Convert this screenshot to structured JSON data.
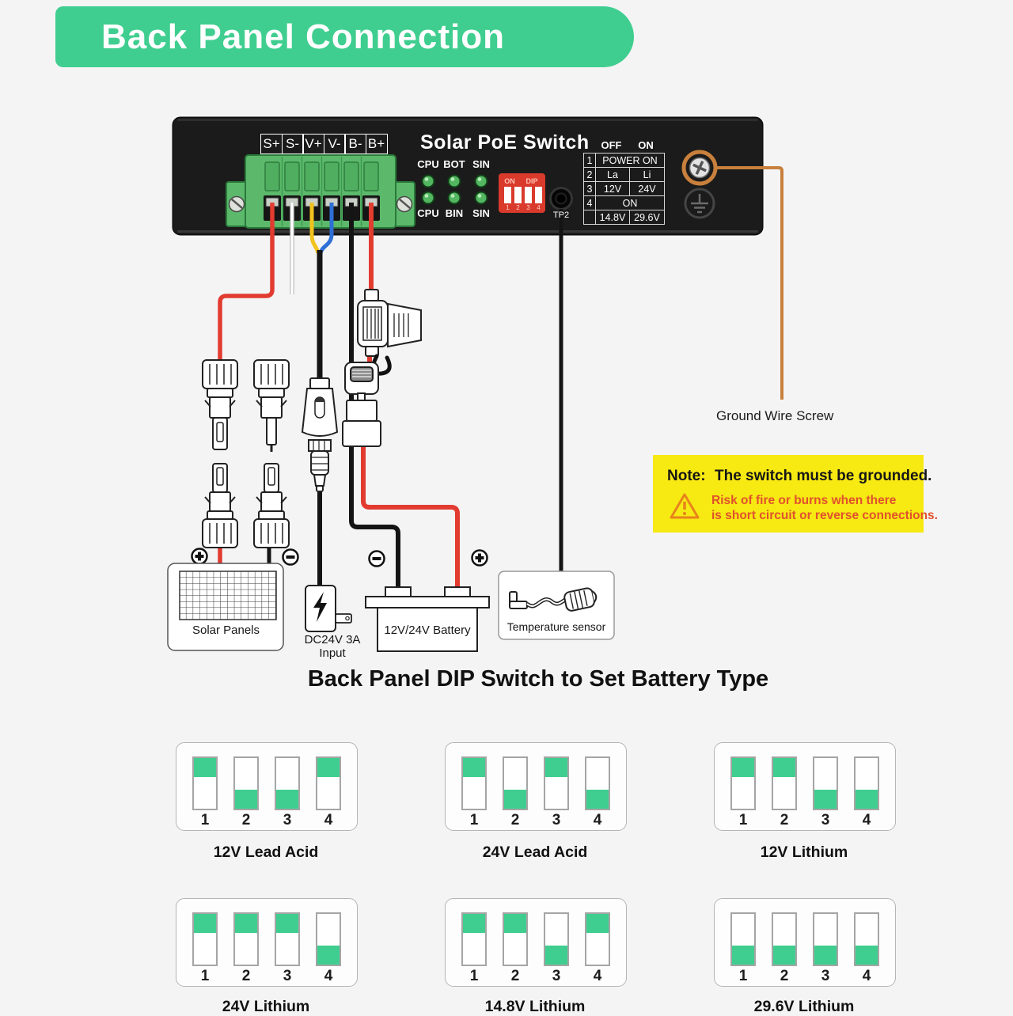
{
  "header": {
    "title": "Back Panel Connection"
  },
  "panel": {
    "title": "Solar PoE Switch",
    "terminals": [
      "S+",
      "S-",
      "V+",
      "V-",
      "B-",
      "B+"
    ],
    "leds": {
      "top": [
        "CPU",
        "BOT",
        "SIN"
      ],
      "bottom": [
        "CPU",
        "BIN",
        "SIN"
      ]
    },
    "dip": {
      "on": "ON",
      "dip": "DIP",
      "numbers": [
        "1",
        "2",
        "3",
        "4"
      ]
    },
    "tp2": "TP2",
    "table": {
      "off": "OFF",
      "on": "ON",
      "rows": [
        {
          "n": "1",
          "span": "POWER ON"
        },
        {
          "n": "2",
          "off": "La",
          "on": "Li"
        },
        {
          "n": "3",
          "off": "12V",
          "on": "24V"
        },
        {
          "n": "4",
          "span": "ON"
        },
        {
          "n": "",
          "off": "14.8V",
          "on": "29.6V"
        }
      ]
    }
  },
  "labels": {
    "ground": "Ground Wire Screw",
    "solar": "Solar Panels",
    "dc_input": "DC24V 3A Input",
    "battery": "12V/24V Battery",
    "temperature": "Temperature sensor"
  },
  "note": {
    "prefix": "Note:",
    "text": "The switch must be grounded.",
    "warning_line1": "Risk of fire or burns when there",
    "warning_line2": "is short circuit or reverse connections."
  },
  "section": {
    "title": "Back Panel DIP Switch to Set Battery Type"
  },
  "switch_numbers": [
    "1",
    "2",
    "3",
    "4"
  ],
  "dip_cards": [
    {
      "label": "12V Lead Acid",
      "states": [
        "up",
        "down",
        "down",
        "up"
      ]
    },
    {
      "label": "24V Lead Acid",
      "states": [
        "up",
        "down",
        "up",
        "down"
      ]
    },
    {
      "label": "12V Lithium",
      "states": [
        "up",
        "up",
        "down",
        "down"
      ]
    },
    {
      "label": "24V Lithium",
      "states": [
        "up",
        "up",
        "up",
        "down"
      ]
    },
    {
      "label": "14.8V Lithium",
      "states": [
        "up",
        "up",
        "down",
        "up"
      ]
    },
    {
      "label": "29.6V Lithium",
      "states": [
        "down",
        "down",
        "down",
        "down"
      ]
    }
  ],
  "colors": {
    "brand_green": "#3fce8f",
    "note_yellow": "#f7e912",
    "warning_red": "#e0512d",
    "wire_red": "#e23b30",
    "ground_orange": "#c8803c",
    "dip_block_red": "#d93a2b"
  }
}
